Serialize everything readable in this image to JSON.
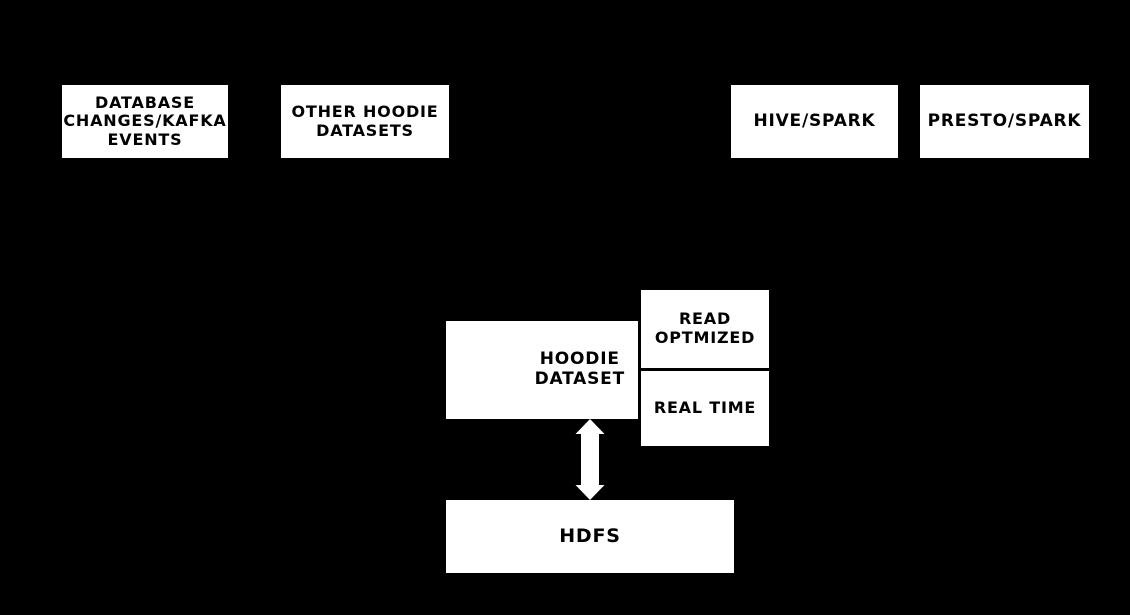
{
  "colors": {
    "background": "#000000",
    "node_fill": "#ffffff",
    "node_text": "#000000",
    "arrow": "#ffffff"
  },
  "nodes": {
    "database_changes": {
      "label": "DATABASE\nCHANGES/KAFKA\nEVENTS"
    },
    "other_hoodie_datasets": {
      "label": "OTHER HOODIE\nDATASETS"
    },
    "hive_spark": {
      "label": "HIVE/SPARK"
    },
    "presto_spark": {
      "label": "PRESTO/SPARK"
    },
    "hoodie_dataset": {
      "label": "HOODIE\nDATASET"
    },
    "read_optimized": {
      "label": "READ\nOPTMIZED"
    },
    "real_time": {
      "label": "REAL TIME"
    },
    "hdfs": {
      "label": "HDFS"
    }
  }
}
